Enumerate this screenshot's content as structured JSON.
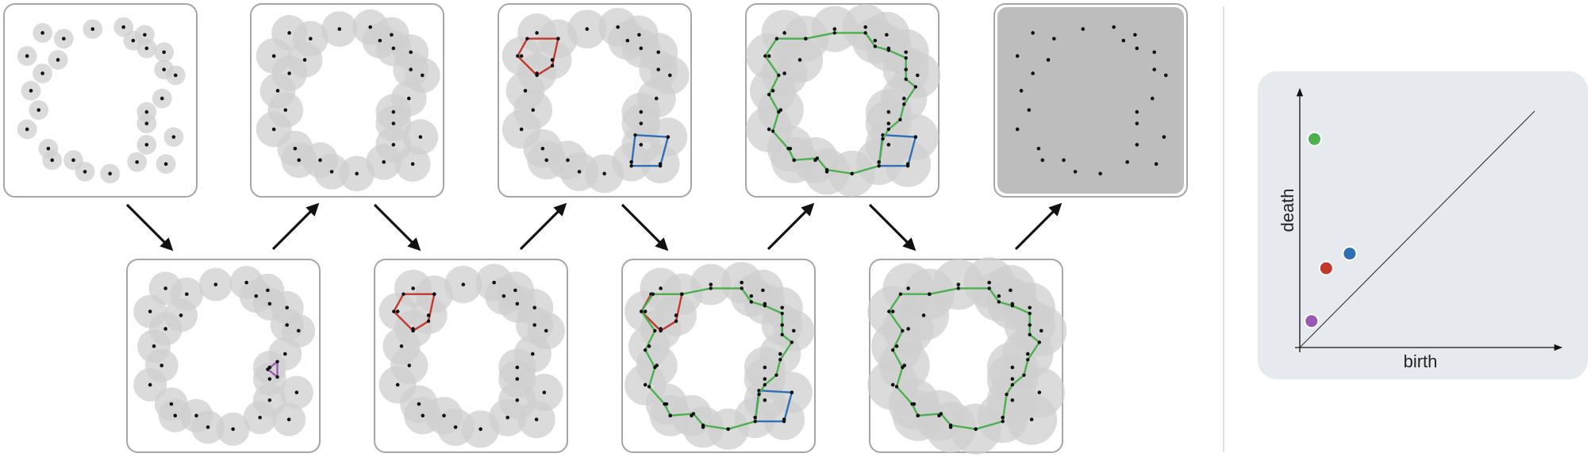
{
  "colors": {
    "panel_border": "#a6a6a6",
    "ball": "#cfcfcf",
    "point": "#111111",
    "arrow": "#111111",
    "loop_red": "#c0392b",
    "loop_blue": "#2f6fb5",
    "loop_green": "#4caf50",
    "loop_purple": "#9b59b6",
    "diagram_bg": "#e6e9ee",
    "separator": "#d9d9d9"
  },
  "filtration": {
    "point_cloud": [
      [
        0.2,
        0.15
      ],
      [
        0.31,
        0.18
      ],
      [
        0.46,
        0.13
      ],
      [
        0.62,
        0.12
      ],
      [
        0.67,
        0.19
      ],
      [
        0.73,
        0.16
      ],
      [
        0.74,
        0.23
      ],
      [
        0.83,
        0.25
      ],
      [
        0.12,
        0.27
      ],
      [
        0.28,
        0.29
      ],
      [
        0.2,
        0.36
      ],
      [
        0.83,
        0.34
      ],
      [
        0.89,
        0.37
      ],
      [
        0.14,
        0.45
      ],
      [
        0.18,
        0.55
      ],
      [
        0.82,
        0.49
      ],
      [
        0.74,
        0.56
      ],
      [
        0.74,
        0.62
      ],
      [
        0.12,
        0.65
      ],
      [
        0.74,
        0.73
      ],
      [
        0.88,
        0.69
      ],
      [
        0.23,
        0.75
      ],
      [
        0.25,
        0.81
      ],
      [
        0.36,
        0.81
      ],
      [
        0.42,
        0.87
      ],
      [
        0.55,
        0.88
      ],
      [
        0.69,
        0.82
      ],
      [
        0.84,
        0.83
      ]
    ],
    "panels": [
      {
        "id": "step-1",
        "ball_scale": 0.12,
        "loops": []
      },
      {
        "id": "step-2",
        "ball_scale": 0.55,
        "loops": [
          "purple"
        ]
      },
      {
        "id": "step-3",
        "ball_scale": 0.62,
        "loops": []
      },
      {
        "id": "step-4",
        "ball_scale": 0.68,
        "loops": [
          "red"
        ]
      },
      {
        "id": "step-5",
        "ball_scale": 0.72,
        "loops": [
          "red",
          "blue"
        ]
      },
      {
        "id": "step-6",
        "ball_scale": 0.8,
        "loops": [
          "red",
          "blue",
          "green"
        ]
      },
      {
        "id": "step-7",
        "ball_scale": 0.95,
        "loops": [
          "blue",
          "green"
        ]
      },
      {
        "id": "step-8",
        "ball_scale": 1.1,
        "loops": [
          "green"
        ]
      },
      {
        "id": "step-9",
        "ball_scale": 0.0,
        "filled": true,
        "loops": []
      }
    ]
  },
  "persistence_diagram": {
    "xlabel": "birth",
    "ylabel": "death",
    "points": [
      {
        "birth": 0.05,
        "death": 0.71,
        "color": "#4caf50"
      },
      {
        "birth": 0.17,
        "death": 0.32,
        "color": "#2f6fb5"
      },
      {
        "birth": 0.09,
        "death": 0.27,
        "color": "#c0392b"
      },
      {
        "birth": 0.04,
        "death": 0.09,
        "color": "#9b59b6"
      }
    ]
  }
}
